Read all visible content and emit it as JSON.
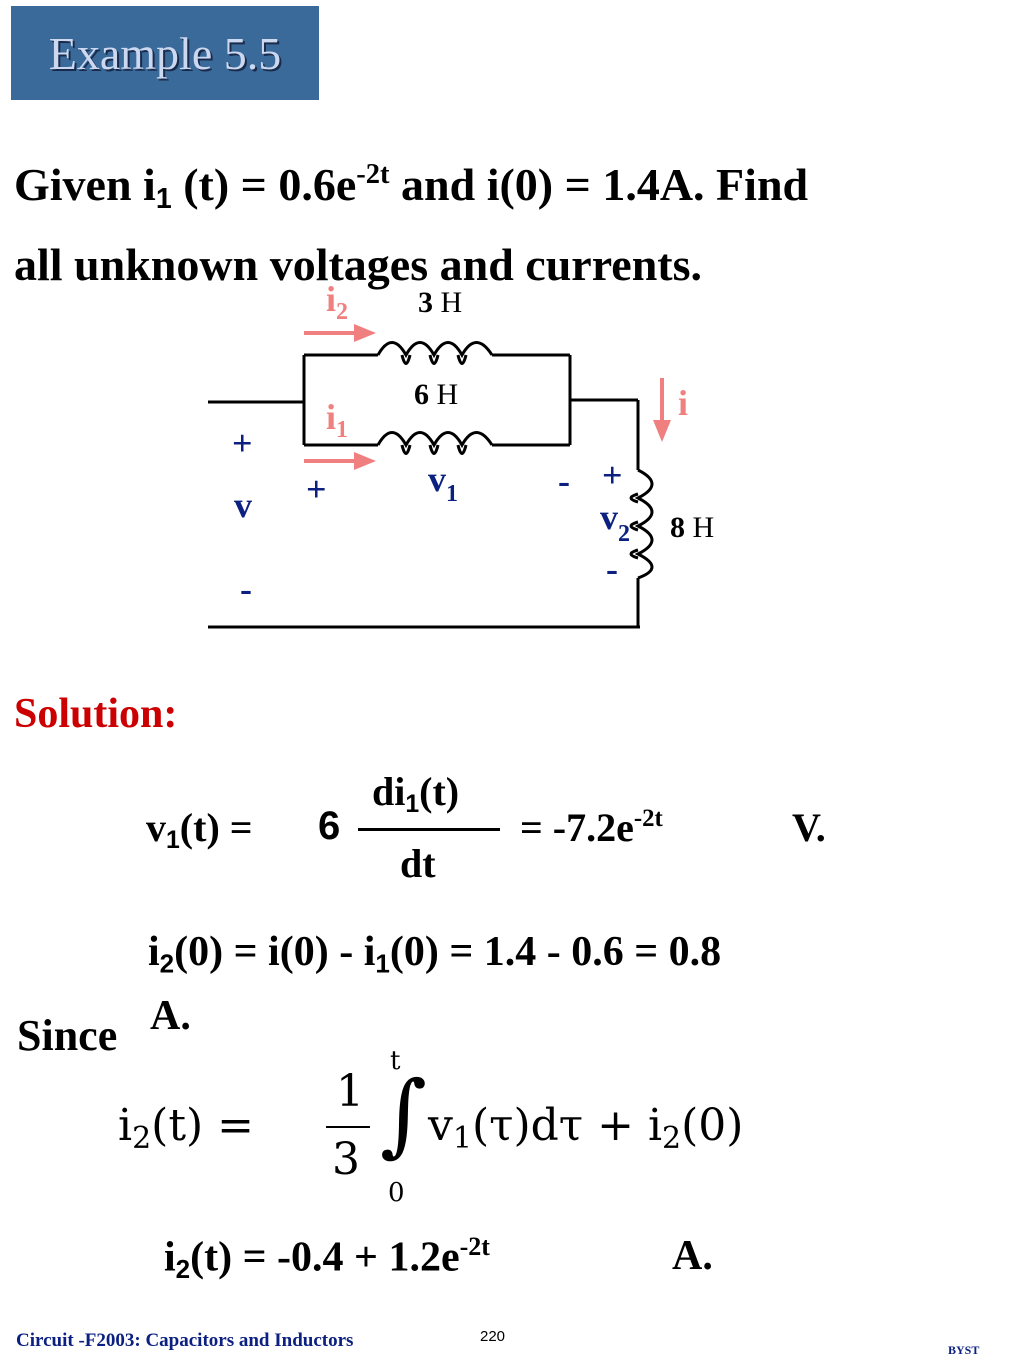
{
  "header": {
    "title": "Example 5.5"
  },
  "problem": {
    "l1_a": "Given i",
    "l1_sub1": "1",
    "l1_b": " (t) = 0.6e",
    "l1_sup": "-2t",
    "l1_c": " and i(0) = 1.4A.  Find",
    "line2": "all unknown voltages and currents."
  },
  "circuit": {
    "label_i2": "i",
    "label_i2_sub": "2",
    "inductor_top_value": "3",
    "inductor_top_unit": " H",
    "inductor_mid_value": "6",
    "inductor_mid_unit": " H",
    "label_i1": "i",
    "label_i1_sub": "1",
    "label_i": "i",
    "plus_left": "+",
    "label_v": "v",
    "minus_left": "-",
    "plus_v1": "+",
    "label_v1": "v",
    "label_v1_sub": "1",
    "minus_v1": "-",
    "plus_v2": "+",
    "label_v2": "v",
    "label_v2_sub": "2",
    "minus_v2": "-",
    "inductor_right_value": "8",
    "inductor_right_unit": " H"
  },
  "solution": {
    "heading": "Solution:",
    "eq1_lhs": "v",
    "eq1_lhs_sub": "1",
    "eq1_lhs_rest": "(t) = ",
    "eq1_coef": "6",
    "eq1_num": "di",
    "eq1_num_sub": "1",
    "eq1_num_rest": "(t)",
    "eq1_den": "dt",
    "eq1_rhs": "= -7.2e",
    "eq1_rhs_sup": "-2t",
    "eq1_unit": "V.",
    "eq2_a": "i",
    "eq2_sub2": "2",
    "eq2_b": "(0) = i(0) - i",
    "eq2_sub1": "1",
    "eq2_c": "(0) = 1.4 - 0.6 = 0.8",
    "eq2_unit": "A.",
    "since": "Since",
    "int_lhs": "i",
    "int_lhs_sub": "2",
    "int_lhs_rest": "(t) =",
    "int_frac_num": "1",
    "int_frac_den": "3",
    "int_upper": "t",
    "int_lower": "0",
    "int_body": "v",
    "int_body_sub": "1",
    "int_body_rest": "(τ)dτ + i",
    "int_body_sub2": "2",
    "int_body_end": "(0)",
    "eq3_a": "i",
    "eq3_sub": "2",
    "eq3_b": "(t) = -0.4 + 1.2e",
    "eq3_sup": "-2t",
    "eq3_unit": "A."
  },
  "footer": {
    "left": "Circuit -F2003: Capacitors and Inductors",
    "page": "220",
    "right": "BYST"
  },
  "colors": {
    "title_bg": "#3a6a9a",
    "accent_red": "#cc0000",
    "label_pink": "#f08080",
    "label_navy": "#0b2080"
  }
}
